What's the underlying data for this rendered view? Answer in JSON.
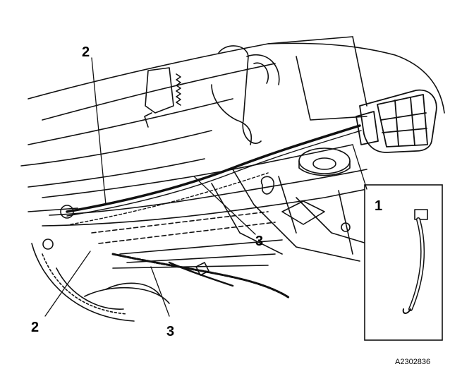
{
  "diagram": {
    "callouts": [
      {
        "id": "label-2-top",
        "text": "2"
      },
      {
        "id": "label-1",
        "text": "1"
      },
      {
        "id": "label-3-mid",
        "text": "3"
      },
      {
        "id": "label-2-bottom",
        "text": "2"
      },
      {
        "id": "label-3-bottom",
        "text": "3"
      }
    ],
    "figure_code": "A2302836"
  },
  "colors": {
    "ink": "#111111",
    "background": "#ffffff"
  }
}
